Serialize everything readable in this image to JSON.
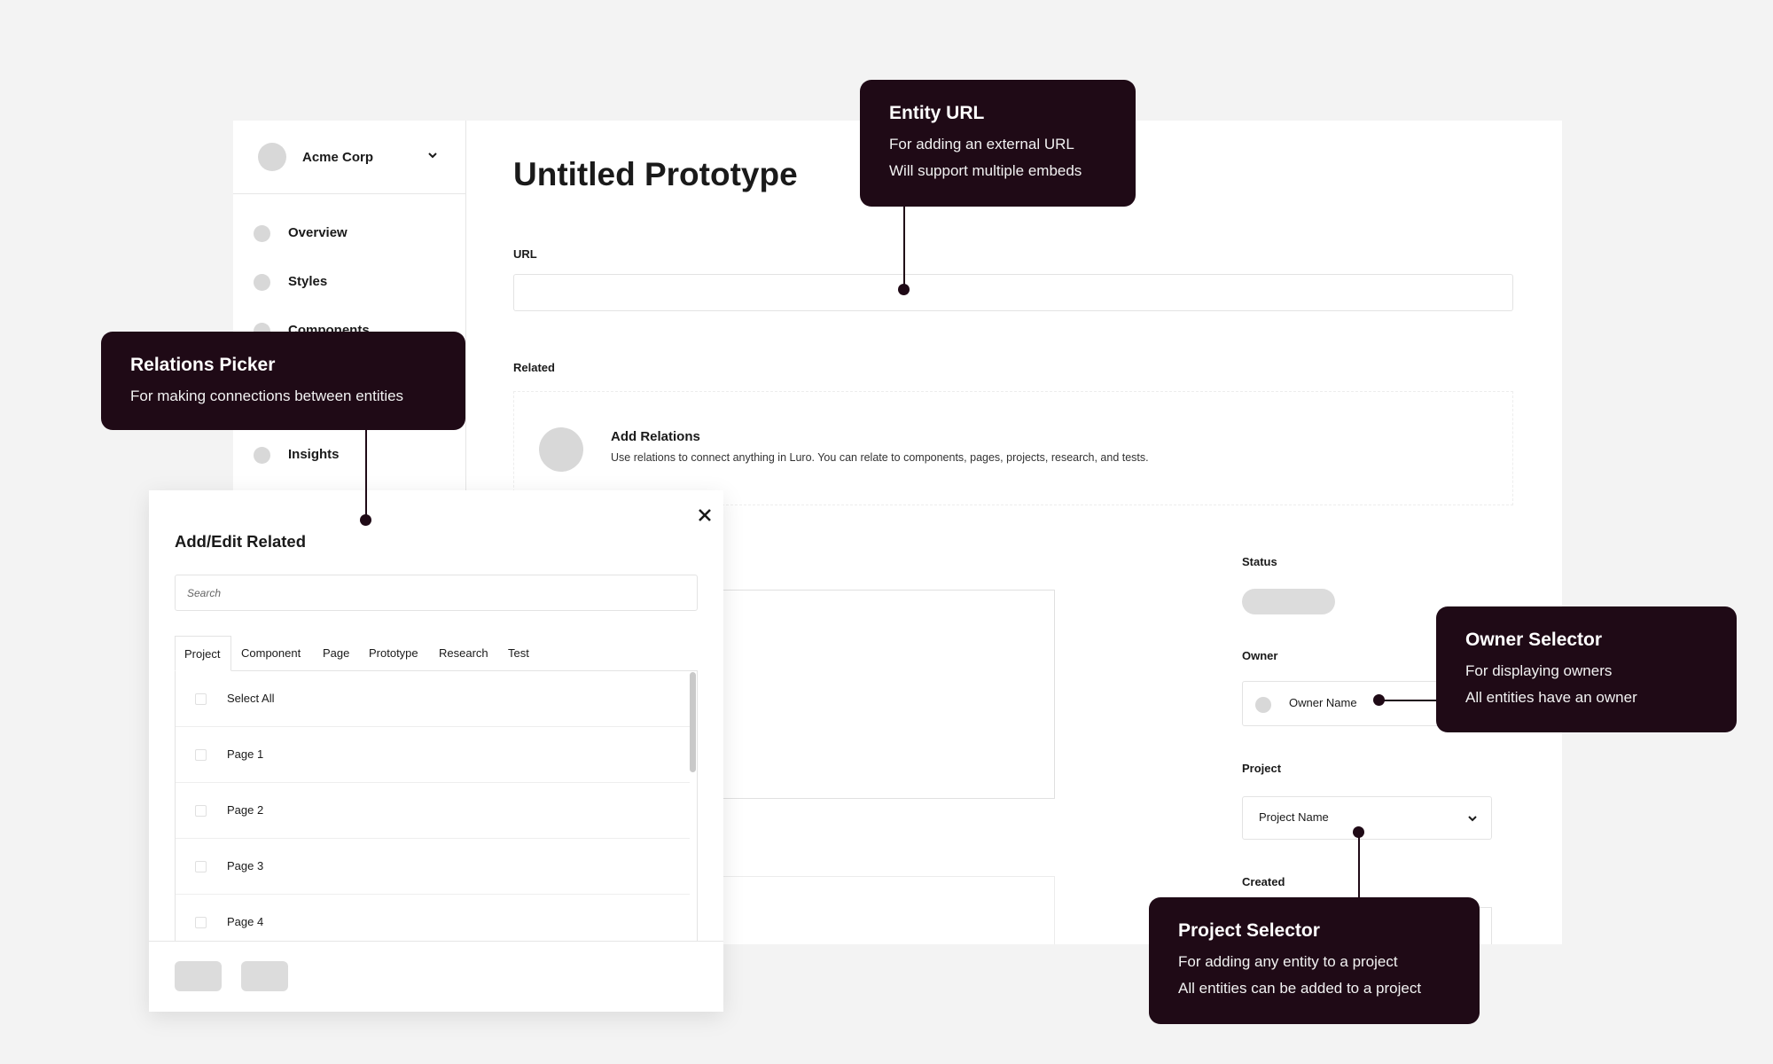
{
  "sidebar": {
    "org_name": "Acme Corp",
    "items": [
      {
        "label": "Overview"
      },
      {
        "label": "Styles"
      },
      {
        "label": "Components"
      },
      {
        "label": "Insights"
      }
    ]
  },
  "main": {
    "title": "Untitled Prototype",
    "url_label": "URL",
    "related_label": "Related",
    "add_relations_title": "Add Relations",
    "add_relations_desc": "Use relations to connect anything in Luro. You can relate to components, pages, projects, research, and tests.",
    "status_label": "Status",
    "owner_label": "Owner",
    "owner_name": "Owner Name",
    "project_label": "Project",
    "project_name": "Project Name",
    "created_label": "Created"
  },
  "modal": {
    "title": "Add/Edit Related",
    "search_placeholder": "Search",
    "tabs": [
      "Project",
      "Component",
      "Page",
      "Prototype",
      "Research",
      "Test"
    ],
    "rows": [
      "Select All",
      "Page 1",
      "Page 2",
      "Page 3",
      "Page 4"
    ]
  },
  "callouts": {
    "entity_url": {
      "title": "Entity URL",
      "lines": [
        "For adding an external URL",
        "Will support multiple embeds"
      ]
    },
    "relations_picker": {
      "title": "Relations Picker",
      "lines": [
        "For making connections between entities"
      ]
    },
    "owner_selector": {
      "title": "Owner Selector",
      "lines": [
        "For displaying owners",
        "All entities have an owner"
      ]
    },
    "project_selector": {
      "title": "Project Selector",
      "lines": [
        "For adding any entity to a project",
        "All entities can be added to a project"
      ]
    }
  },
  "colors": {
    "callout_bg": "#1f0a16",
    "placeholder_gray": "#d8d8d8",
    "border": "#e3e3e3"
  }
}
